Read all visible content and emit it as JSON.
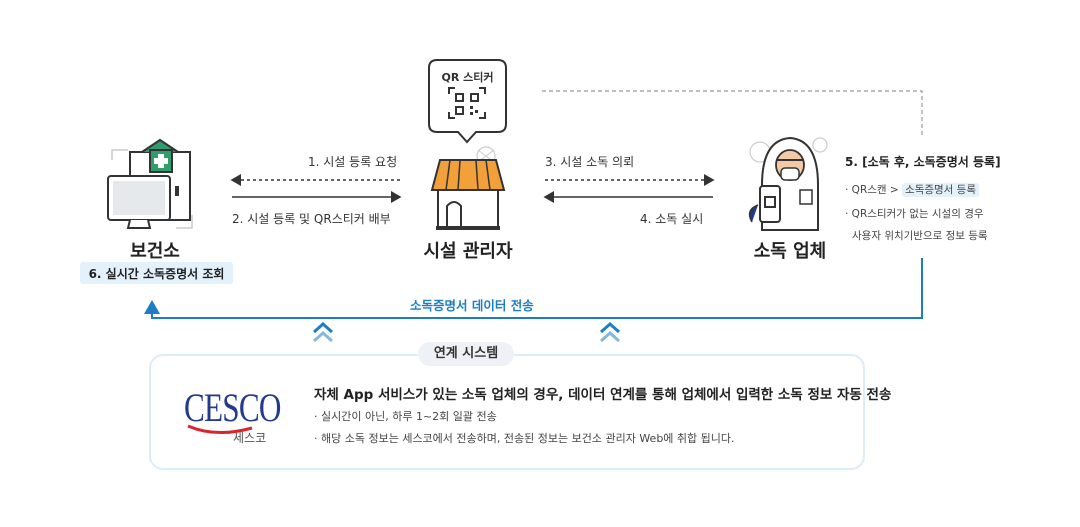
{
  "nodes": {
    "health_center": "보건소",
    "facility_manager": "시설 관리자",
    "disinfection_company": "소독 업체"
  },
  "qr_bubble": {
    "title": "QR 스티커"
  },
  "steps": {
    "step1": "1.  시설 등록 요청",
    "step2": "2. 시설 등록 및 QR스티커 배부",
    "step3": "3. 시설 소독 의뢰",
    "step4": "4. 소독 실시",
    "step5_title": "5. [소독 후, 소독증명서 등록]",
    "step5_bullet1_prefix": "· QR스캔 > ",
    "step5_bullet1_highlight": "소독증명서 등록",
    "step5_bullet2_line1": "· QR스티커가 없는 시설의 경우",
    "step5_bullet2_line2": "사용자 위치기반으로 정보 등록",
    "step6": "6. 실시간 소독증명서 조회"
  },
  "data_transfer_label": "소독증명서 데이터 전송",
  "system": {
    "tag": "연계 시스템",
    "logo_text": "CESCO",
    "logo_sub": "세스코",
    "main": "자체 App 서비스가 있는 소독 업체의 경우, 데이터 연계를 통해 업체에서 입력한 소독 정보 자동 전송",
    "bullet1": "· 실시간이 아닌, 하루 1~2회 일괄 전송",
    "bullet2": "· 해당 소독 정보는 세스코에서 전송하며, 전송된 정보는 보건소 관리자 Web에 취합 됩니다."
  },
  "colors": {
    "blue": "#1d7ec6",
    "green": "#2e9e6a",
    "orange": "#f1a03a",
    "navy": "#213a8c",
    "logo_red": "#d9262e"
  }
}
